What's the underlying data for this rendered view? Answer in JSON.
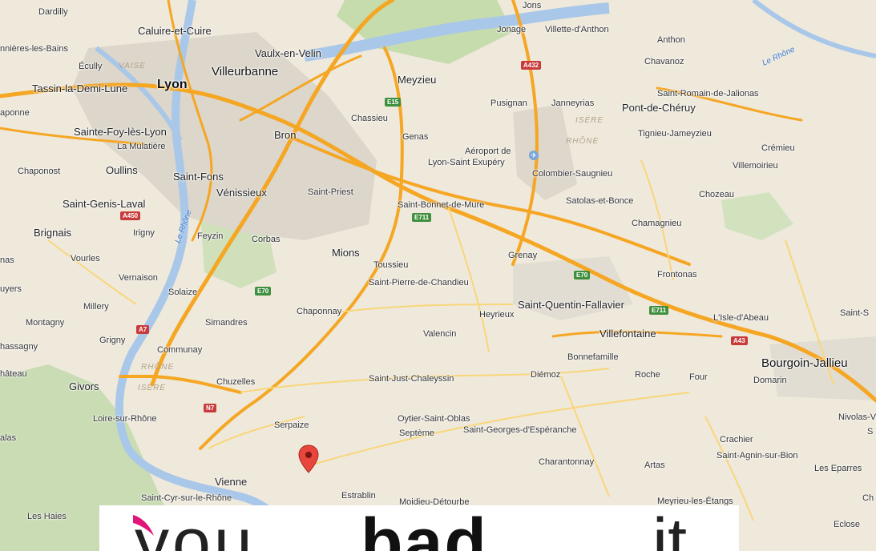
{
  "map": {
    "colors": {
      "land": "#efe9dc",
      "motorway": "#f5a623",
      "water": "#a9c7e8",
      "forest": "#bfd8a6",
      "urban": "#d9d3c8"
    },
    "labels": [
      {
        "id": "dardilly",
        "text": "Dardilly",
        "cls": ""
      },
      {
        "id": "caluire",
        "text": "Caluire-et-Cuire",
        "cls": "big"
      },
      {
        "id": "jonage",
        "text": "Jonage",
        "cls": ""
      },
      {
        "id": "villette",
        "text": "Villette-d'Anthon",
        "cls": ""
      },
      {
        "id": "anthon",
        "text": "Anthon",
        "cls": ""
      },
      {
        "id": "bains",
        "text": "nnières-les-Bains",
        "cls": ""
      },
      {
        "id": "ecully",
        "text": "Écully",
        "cls": ""
      },
      {
        "id": "vaulx",
        "text": "Vaulx-en-Velin",
        "cls": "big"
      },
      {
        "id": "chavanoz",
        "text": "Chavanoz",
        "cls": ""
      },
      {
        "id": "villeurbanne",
        "text": "Villeurbanne",
        "cls": "city"
      },
      {
        "id": "meyzieu",
        "text": "Meyzieu",
        "cls": "big"
      },
      {
        "id": "tassin",
        "text": "Tassin-la-Demi-Lune",
        "cls": "big"
      },
      {
        "id": "lyon",
        "text": "Lyon",
        "cls": "cap"
      },
      {
        "id": "saint-romain",
        "text": "Saint-Romain-de-Jalionas",
        "cls": ""
      },
      {
        "id": "aponne",
        "text": "aponne",
        "cls": ""
      },
      {
        "id": "pusignan",
        "text": "Pusignan",
        "cls": ""
      },
      {
        "id": "janneyrias",
        "text": "Janneyrias",
        "cls": ""
      },
      {
        "id": "pont-cheruy",
        "text": "Pont-de-Chéruy",
        "cls": "big"
      },
      {
        "id": "chassieu",
        "text": "Chassieu",
        "cls": ""
      },
      {
        "id": "tignieu",
        "text": "Tignieu-Jameyzieu",
        "cls": ""
      },
      {
        "id": "sainte-foy",
        "text": "Sainte-Foy-lès-Lyon",
        "cls": "big"
      },
      {
        "id": "bron",
        "text": "Bron",
        "cls": "big"
      },
      {
        "id": "genas",
        "text": "Genas",
        "cls": ""
      },
      {
        "id": "mulatiere",
        "text": "La Mulatière",
        "cls": ""
      },
      {
        "id": "aeroport1",
        "text": "Aéroport de",
        "cls": ""
      },
      {
        "id": "aeroport2",
        "text": "Lyon-Saint Exupéry",
        "cls": ""
      },
      {
        "id": "cremieu",
        "text": "Crémieu",
        "cls": ""
      },
      {
        "id": "villemoirieu",
        "text": "Villemoirieu",
        "cls": ""
      },
      {
        "id": "chaponost",
        "text": "Chaponost",
        "cls": ""
      },
      {
        "id": "oullins",
        "text": "Oullins",
        "cls": "big"
      },
      {
        "id": "saint-fons",
        "text": "Saint-Fons",
        "cls": "big"
      },
      {
        "id": "colombier",
        "text": "Colombier-Saugnieu",
        "cls": ""
      },
      {
        "id": "venissieux",
        "text": "Vénissieux",
        "cls": "big"
      },
      {
        "id": "saint-priest",
        "text": "Saint-Priest",
        "cls": ""
      },
      {
        "id": "chozeau",
        "text": "Chozeau",
        "cls": ""
      },
      {
        "id": "satolas",
        "text": "Satolas-et-Bonce",
        "cls": ""
      },
      {
        "id": "saint-genis",
        "text": "Saint-Genis-Laval",
        "cls": "big"
      },
      {
        "id": "saint-bonnet",
        "text": "Saint-Bonnet-de-Mure",
        "cls": ""
      },
      {
        "id": "chamagnieu",
        "text": "Chamagnieu",
        "cls": ""
      },
      {
        "id": "brignais",
        "text": "Brignais",
        "cls": "big"
      },
      {
        "id": "irigny",
        "text": "Irigny",
        "cls": ""
      },
      {
        "id": "feyzin",
        "text": "Feyzin",
        "cls": ""
      },
      {
        "id": "corbas",
        "text": "Corbas",
        "cls": ""
      },
      {
        "id": "mions",
        "text": "Mions",
        "cls": "big"
      },
      {
        "id": "grenay",
        "text": "Grenay",
        "cls": ""
      },
      {
        "id": "nas",
        "text": "nas",
        "cls": ""
      },
      {
        "id": "vourles",
        "text": "Vourles",
        "cls": ""
      },
      {
        "id": "toussieu",
        "text": "Toussieu",
        "cls": ""
      },
      {
        "id": "frontonas",
        "text": "Frontonas",
        "cls": ""
      },
      {
        "id": "vernaison",
        "text": "Vernaison",
        "cls": ""
      },
      {
        "id": "saint-pierre",
        "text": "Saint-Pierre-de-Chandieu",
        "cls": ""
      },
      {
        "id": "uyers",
        "text": "uyers",
        "cls": ""
      },
      {
        "id": "solaize",
        "text": "Solaize",
        "cls": ""
      },
      {
        "id": "saint-quentin",
        "text": "Saint-Quentin-Fallavier",
        "cls": "big"
      },
      {
        "id": "millery",
        "text": "Millery",
        "cls": ""
      },
      {
        "id": "chaponnay",
        "text": "Chaponnay",
        "cls": ""
      },
      {
        "id": "heyrieux",
        "text": "Heyrieux",
        "cls": ""
      },
      {
        "id": "isle-abeau",
        "text": "L'Isle-d'Abeau",
        "cls": ""
      },
      {
        "id": "saint-s",
        "text": "Saint-S",
        "cls": ""
      },
      {
        "id": "montagny",
        "text": "Montagny",
        "cls": ""
      },
      {
        "id": "simandres",
        "text": "Simandres",
        "cls": ""
      },
      {
        "id": "valencin",
        "text": "Valencin",
        "cls": ""
      },
      {
        "id": "villefontaine",
        "text": "Villefontaine",
        "cls": "big"
      },
      {
        "id": "grigny",
        "text": "Grigny",
        "cls": ""
      },
      {
        "id": "hassagny",
        "text": "hassagny",
        "cls": ""
      },
      {
        "id": "communay",
        "text": "Communay",
        "cls": ""
      },
      {
        "id": "bonnefamille",
        "text": "Bonnefamille",
        "cls": ""
      },
      {
        "id": "bourgoin",
        "text": "Bourgoin-Jallieu",
        "cls": "city"
      },
      {
        "id": "chateau",
        "text": "hâteau",
        "cls": ""
      },
      {
        "id": "chuzelles",
        "text": "Chuzelles",
        "cls": ""
      },
      {
        "id": "saint-just",
        "text": "Saint-Just-Chaleyssin",
        "cls": ""
      },
      {
        "id": "diemoz",
        "text": "Diémoz",
        "cls": ""
      },
      {
        "id": "roche",
        "text": "Roche",
        "cls": ""
      },
      {
        "id": "four",
        "text": "Four",
        "cls": ""
      },
      {
        "id": "domarin",
        "text": "Domarin",
        "cls": ""
      },
      {
        "id": "givors",
        "text": "Givors",
        "cls": "big"
      },
      {
        "id": "loire",
        "text": "Loire-sur-Rhône",
        "cls": ""
      },
      {
        "id": "oytier",
        "text": "Oytier-Saint-Oblas",
        "cls": ""
      },
      {
        "id": "nivolas",
        "text": "Nivolas-Ver",
        "cls": ""
      },
      {
        "id": "serpaize",
        "text": "Serpaize",
        "cls": ""
      },
      {
        "id": "septeme",
        "text": "Septème",
        "cls": ""
      },
      {
        "id": "saint-georges",
        "text": "Saint-Georges-d'Espéranche",
        "cls": ""
      },
      {
        "id": "alas",
        "text": "alas",
        "cls": ""
      },
      {
        "id": "s-edge",
        "text": "S",
        "cls": ""
      },
      {
        "id": "crachier",
        "text": "Crachier",
        "cls": ""
      },
      {
        "id": "saint-agnin",
        "text": "Saint-Agnin-sur-Bion",
        "cls": ""
      },
      {
        "id": "charantonnay",
        "text": "Charantonnay",
        "cls": ""
      },
      {
        "id": "artas",
        "text": "Artas",
        "cls": ""
      },
      {
        "id": "eparres",
        "text": "Les Eparres",
        "cls": ""
      },
      {
        "id": "vienne",
        "text": "Vienne",
        "cls": "big"
      },
      {
        "id": "saint-cyr",
        "text": "Saint-Cyr-sur-le-Rhône",
        "cls": ""
      },
      {
        "id": "estrablin",
        "text": "Estrablin",
        "cls": ""
      },
      {
        "id": "moidieu",
        "text": "Moidieu-Détourbe",
        "cls": ""
      },
      {
        "id": "meyrieu",
        "text": "Meyrieu-les-Étangs",
        "cls": ""
      },
      {
        "id": "ch-edge",
        "text": "Ch",
        "cls": ""
      },
      {
        "id": "les-haies",
        "text": "Les Haies",
        "cls": ""
      },
      {
        "id": "eclose",
        "text": "Eclose",
        "cls": ""
      },
      {
        "id": "jons",
        "text": "Jons",
        "cls": ""
      },
      {
        "id": "vaise",
        "text": "VAISE",
        "cls": "dept"
      },
      {
        "id": "isere1",
        "text": "ISÈRE",
        "cls": "dept"
      },
      {
        "id": "rhone1",
        "text": "RHÔNE",
        "cls": "dept"
      },
      {
        "id": "rhone2",
        "text": "RHÔNE",
        "cls": "dept"
      },
      {
        "id": "isere2",
        "text": "ISÈRE",
        "cls": "dept"
      },
      {
        "id": "le-rhone1",
        "text": "Le Rhône",
        "cls": "river"
      },
      {
        "id": "le-rhone2",
        "text": "Le Rhône",
        "cls": "river"
      }
    ],
    "shields": [
      {
        "id": "a432",
        "text": "A432",
        "kind": "a"
      },
      {
        "id": "e15",
        "text": "E15",
        "kind": "e"
      },
      {
        "id": "a450",
        "text": "A450",
        "kind": "a"
      },
      {
        "id": "e711a",
        "text": "E711",
        "kind": "e"
      },
      {
        "id": "e70a",
        "text": "E70",
        "kind": "e"
      },
      {
        "id": "e70b",
        "text": "E70",
        "kind": "e"
      },
      {
        "id": "e711b",
        "text": "E711",
        "kind": "e"
      },
      {
        "id": "a7",
        "text": "A7",
        "kind": "a"
      },
      {
        "id": "a43",
        "text": "A43",
        "kind": "a"
      },
      {
        "id": "n7",
        "text": "N7",
        "kind": "n"
      }
    ],
    "marker": {
      "icon": "map-pin-icon"
    },
    "airport_icon": "airport-icon"
  },
  "watermark": {
    "light_text": "you",
    "bold_text": "bad",
    "tail_text": "it",
    "mark_icon": "swoosh-logo-icon"
  }
}
